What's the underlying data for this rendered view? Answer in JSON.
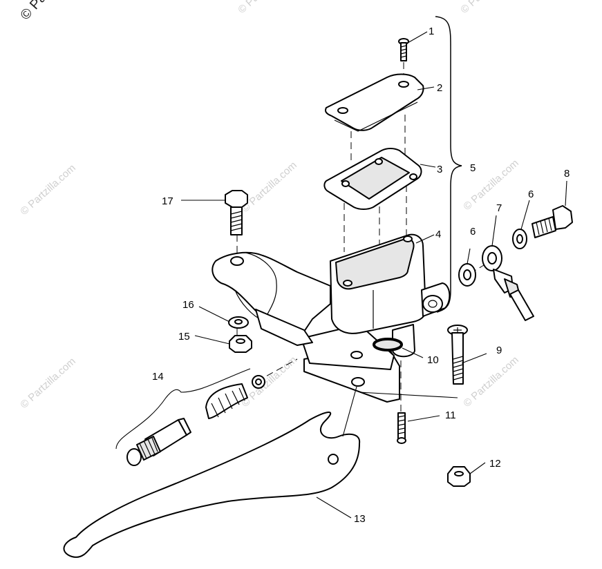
{
  "copyright_text": "© Partzilla.com",
  "watermark_text": "© Partzilla.com",
  "callouts": [
    {
      "id": "c1",
      "label": "1"
    },
    {
      "id": "c2",
      "label": "2"
    },
    {
      "id": "c3",
      "label": "3"
    },
    {
      "id": "c4",
      "label": "4"
    },
    {
      "id": "c5",
      "label": "5"
    },
    {
      "id": "c6a",
      "label": "6"
    },
    {
      "id": "c6b",
      "label": "6"
    },
    {
      "id": "c7",
      "label": "7"
    },
    {
      "id": "c8",
      "label": "8"
    },
    {
      "id": "c9",
      "label": "9"
    },
    {
      "id": "c10",
      "label": "10"
    },
    {
      "id": "c11",
      "label": "11"
    },
    {
      "id": "c12",
      "label": "12"
    },
    {
      "id": "c13",
      "label": "13"
    },
    {
      "id": "c14",
      "label": "14"
    },
    {
      "id": "c15",
      "label": "15"
    },
    {
      "id": "c16",
      "label": "16"
    },
    {
      "id": "c17",
      "label": "17"
    }
  ]
}
